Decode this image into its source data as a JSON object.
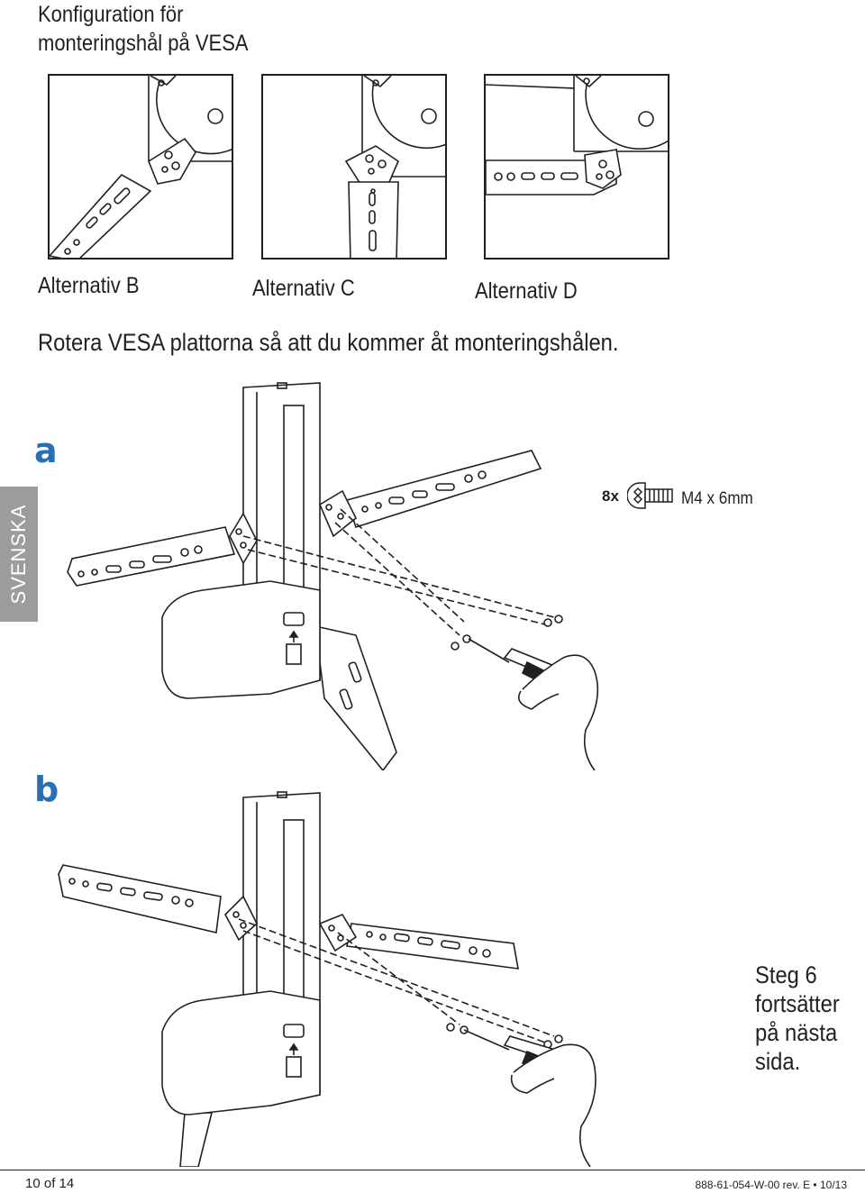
{
  "heading": {
    "line1": "Konfiguration för",
    "line2": "monteringshål på VESA"
  },
  "options": [
    {
      "label": "Alternativ B"
    },
    {
      "label": "Alternativ C"
    },
    {
      "label": "Alternativ D"
    }
  ],
  "instruction": "Rotera VESA plattorna så att du kommer åt monteringshålen.",
  "steps": {
    "a": "a",
    "b": "b"
  },
  "side_tab": "SVENSKA",
  "hardware": {
    "quantity": "8x",
    "spec": "M4 x 6mm",
    "icon": "screw-icon"
  },
  "continue_note": {
    "line1": "Steg 6",
    "line2": "fortsätter",
    "line3": "på nästa",
    "line4": "sida."
  },
  "footer": {
    "page": "10 of 14",
    "code": "888-61-054-W-00 rev. E • 10/13"
  },
  "colors": {
    "step_letter": "#2a6fb0",
    "side_tab": "#9b9c9e",
    "ink": "#231f20"
  }
}
